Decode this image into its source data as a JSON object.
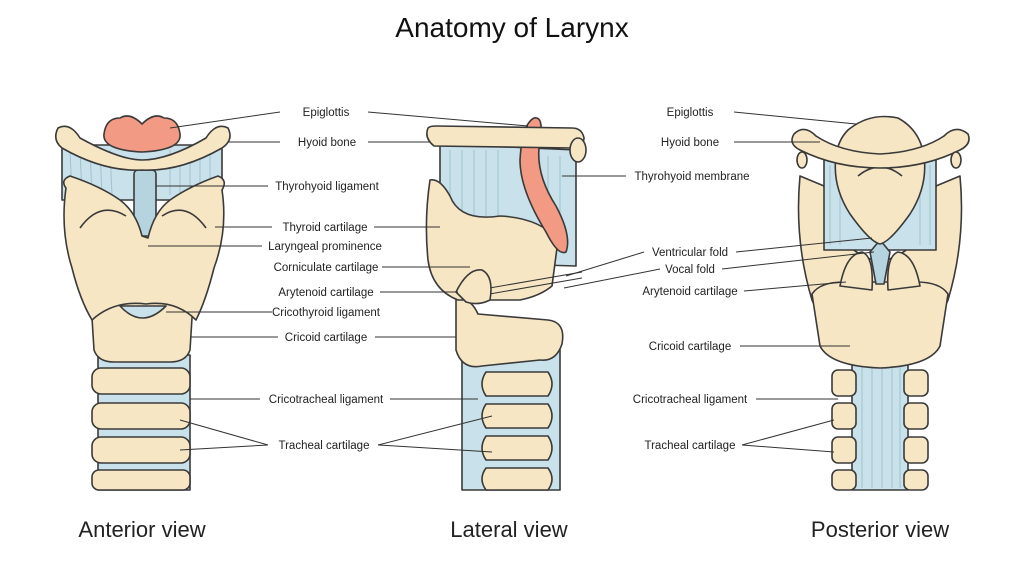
{
  "title": "Anatomy of Larynx",
  "views": {
    "anterior": "Anterior view",
    "lateral": "Lateral view",
    "posterior": "Posterior view"
  },
  "anterior_labels": {
    "epiglottis": "Epiglottis",
    "hyoid_bone": "Hyoid bone",
    "thyrohyoid_ligament": "Thyrohyoid ligament",
    "thyroid_cartilage": "Thyroid cartilage",
    "laryngeal_prominence": "Laryngeal prominence",
    "corniculate_cartilage": "Corniculate cartilage",
    "arytenoid_cartilage": "Arytenoid cartilage",
    "cricothyroid_ligament": "Cricothyroid ligament",
    "cricoid_cartilage": "Cricoid cartilage",
    "cricotracheal_ligament": "Cricotracheal ligament",
    "tracheal_cartilage": "Tracheal cartilage"
  },
  "posterior_labels": {
    "epiglottis": "Epiglottis",
    "hyoid_bone": "Hyoid bone",
    "thyrohyoid_membrane": "Thyrohyoid membrane",
    "ventricular_fold": "Ventricular fold",
    "vocal_fold": "Vocal fold",
    "arytenoid_cartilage": "Arytenoid cartilage",
    "cricoid_cartilage": "Cricoid cartilage",
    "cricotracheal_ligament": "Cricotracheal ligament",
    "tracheal_cartilage": "Tracheal cartilage"
  },
  "colors": {
    "cartilage": "#f7e6c4",
    "membrane": "#c9e1ea",
    "epiglottis": "#f29a84",
    "outline": "#3a3a3a"
  }
}
